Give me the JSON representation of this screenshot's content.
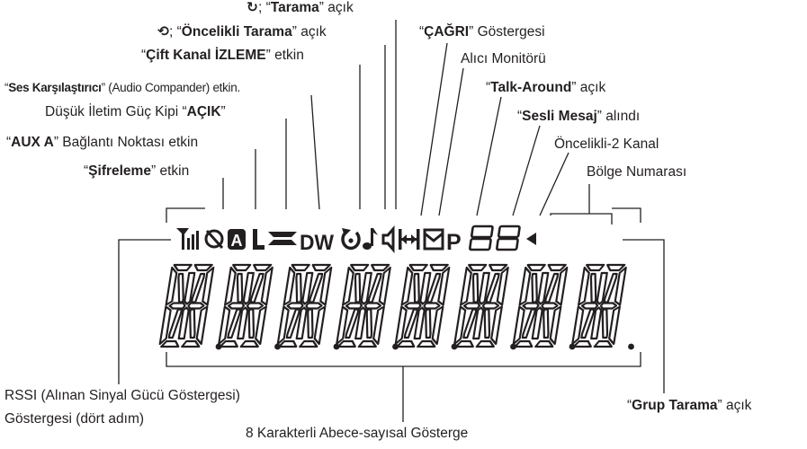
{
  "callouts": [
    {
      "id": "scan",
      "pre": "",
      "bold": "Tarama",
      "post": " açık",
      "quote": true,
      "prefix": "; "
    },
    {
      "id": "priority-scan",
      "pre": "",
      "bold": "Öncelikli Tarama",
      "post": " açık",
      "quote": true,
      "prefix": "; "
    },
    {
      "id": "call",
      "pre": "",
      "bold": "ÇAĞRI",
      "post": " Göstergesi",
      "quote": true,
      "prefix": ""
    },
    {
      "id": "dual-watch",
      "pre": "",
      "bold": "Çift Kanal İZLEME",
      "post": " etkin",
      "quote": true,
      "prefix": ""
    },
    {
      "id": "receiver-monitor",
      "pre": "Alıcı Monitörü",
      "bold": "",
      "post": "",
      "quote": false,
      "prefix": ""
    },
    {
      "id": "compander",
      "pre": "",
      "bold": "Ses Karşılaştırıcı",
      "post": " (Audio Compander) etkin.",
      "quote": true,
      "prefix": ""
    },
    {
      "id": "talk-around",
      "pre": "",
      "bold": "Talk-Around",
      "post": " açık",
      "quote": true,
      "prefix": ""
    },
    {
      "id": "low-power",
      "pre": "Düşük İletim Güç Kipi ",
      "bold": "AÇIK",
      "post": "",
      "quote": true,
      "prefix": ""
    },
    {
      "id": "voice-message",
      "pre": "",
      "bold": "Sesli Mesaj",
      "post": " alındı",
      "quote": true,
      "prefix": ""
    },
    {
      "id": "aux-a",
      "pre": "",
      "bold": "AUX A",
      "post": " Bağlantı Noktası etkin",
      "quote": true,
      "prefix": ""
    },
    {
      "id": "priority-2",
      "pre": "Öncelikli-2 Kanal",
      "bold": "",
      "post": "",
      "quote": false,
      "prefix": ""
    },
    {
      "id": "encryption",
      "pre": "",
      "bold": "Şifreleme",
      "post": " etkin",
      "quote": true,
      "prefix": ""
    },
    {
      "id": "zone-number",
      "pre": "Bölge Numarası",
      "bold": "",
      "post": "",
      "quote": false,
      "prefix": ""
    }
  ],
  "bottom": {
    "rssi_line1": "RSSI (Alınan Sinyal Gücü Göstergesi)",
    "rssi_line2": "Göstergesi (dört adım)",
    "alnum": "8 Karakterli Abece-sayısal Gösterge",
    "group_scan_bold": "Grup Tarama",
    "group_scan_post": " açık"
  },
  "display": {
    "icons": [
      "rssi-icon",
      "no-encryption-icon",
      "aux-a-icon",
      "low-power-l-icon",
      "compander-icon",
      "dual-watch-dw-icon",
      "priority-scan-icon",
      "call-note-icon",
      "monitor-speaker-icon",
      "talk-around-icon",
      "message-envelope-icon",
      "priority-p-icon"
    ],
    "zone_digits": "88",
    "main_chars": 8,
    "color": "#231f20"
  }
}
